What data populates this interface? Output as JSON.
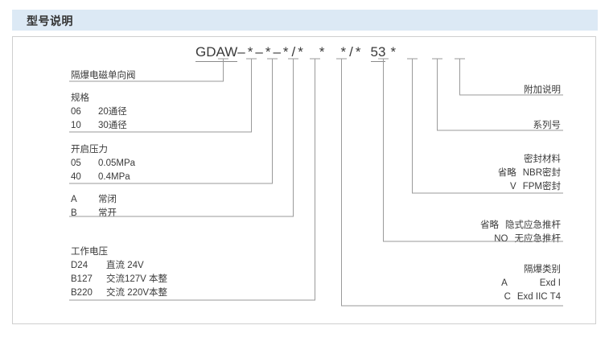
{
  "header": {
    "title": "型号说明"
  },
  "model_code": {
    "prefix": "GDAW",
    "segments": [
      "–",
      "*",
      "–",
      "*",
      "–",
      "*",
      "/",
      "*",
      "*",
      "*",
      "/",
      "*"
    ],
    "series_number": "53",
    "trailing": "*",
    "full": "GDAW–*–*–*/*  *  */* 53 *"
  },
  "left_labels": [
    {
      "name": "product-name",
      "title": "隔爆电磁单向阀",
      "rows": []
    },
    {
      "name": "specification",
      "title": "规格",
      "rows": [
        {
          "code": "06",
          "desc": "20通径"
        },
        {
          "code": "10",
          "desc": "30通径"
        }
      ]
    },
    {
      "name": "opening-pressure",
      "title": "开启压力",
      "rows": [
        {
          "code": "05",
          "desc": "0.05MPa"
        },
        {
          "code": "40",
          "desc": "0.4MPa"
        }
      ]
    },
    {
      "name": "valve-state",
      "title": "",
      "rows": [
        {
          "code": "A",
          "desc": "常闭"
        },
        {
          "code": "B",
          "desc": "常开"
        }
      ]
    },
    {
      "name": "working-voltage",
      "title": "工作电压",
      "rows": [
        {
          "code": "D24",
          "desc": "直流 24V"
        },
        {
          "code": "B127",
          "desc": "交流127V 本整"
        },
        {
          "code": "B220",
          "desc": "交流 220V本整"
        }
      ]
    }
  ],
  "right_labels": [
    {
      "name": "additional-description",
      "title": "附加说明",
      "rows": []
    },
    {
      "name": "series-number",
      "title": "系列号",
      "rows": []
    },
    {
      "name": "seal-material",
      "title": "密封材料",
      "rows": [
        {
          "code": "省略",
          "desc": "NBR密封"
        },
        {
          "code": "V",
          "desc": "FPM密封"
        }
      ]
    },
    {
      "name": "emergency-push-rod",
      "title": "",
      "rows": [
        {
          "code": "省略",
          "desc": "隐式应急推杆"
        },
        {
          "code": "NO",
          "desc": "无应急推杆"
        }
      ]
    },
    {
      "name": "explosion-proof-class",
      "title": "隔爆类别",
      "rows": [
        {
          "code": "A",
          "desc": "Exd I"
        },
        {
          "code": "C",
          "desc": "Exd IIC T4"
        }
      ]
    }
  ],
  "colors": {
    "header_bg": "#dce9f5",
    "text": "#3a3a3a",
    "line": "#9a9a9a",
    "panel_border": "#cfcfcf"
  }
}
